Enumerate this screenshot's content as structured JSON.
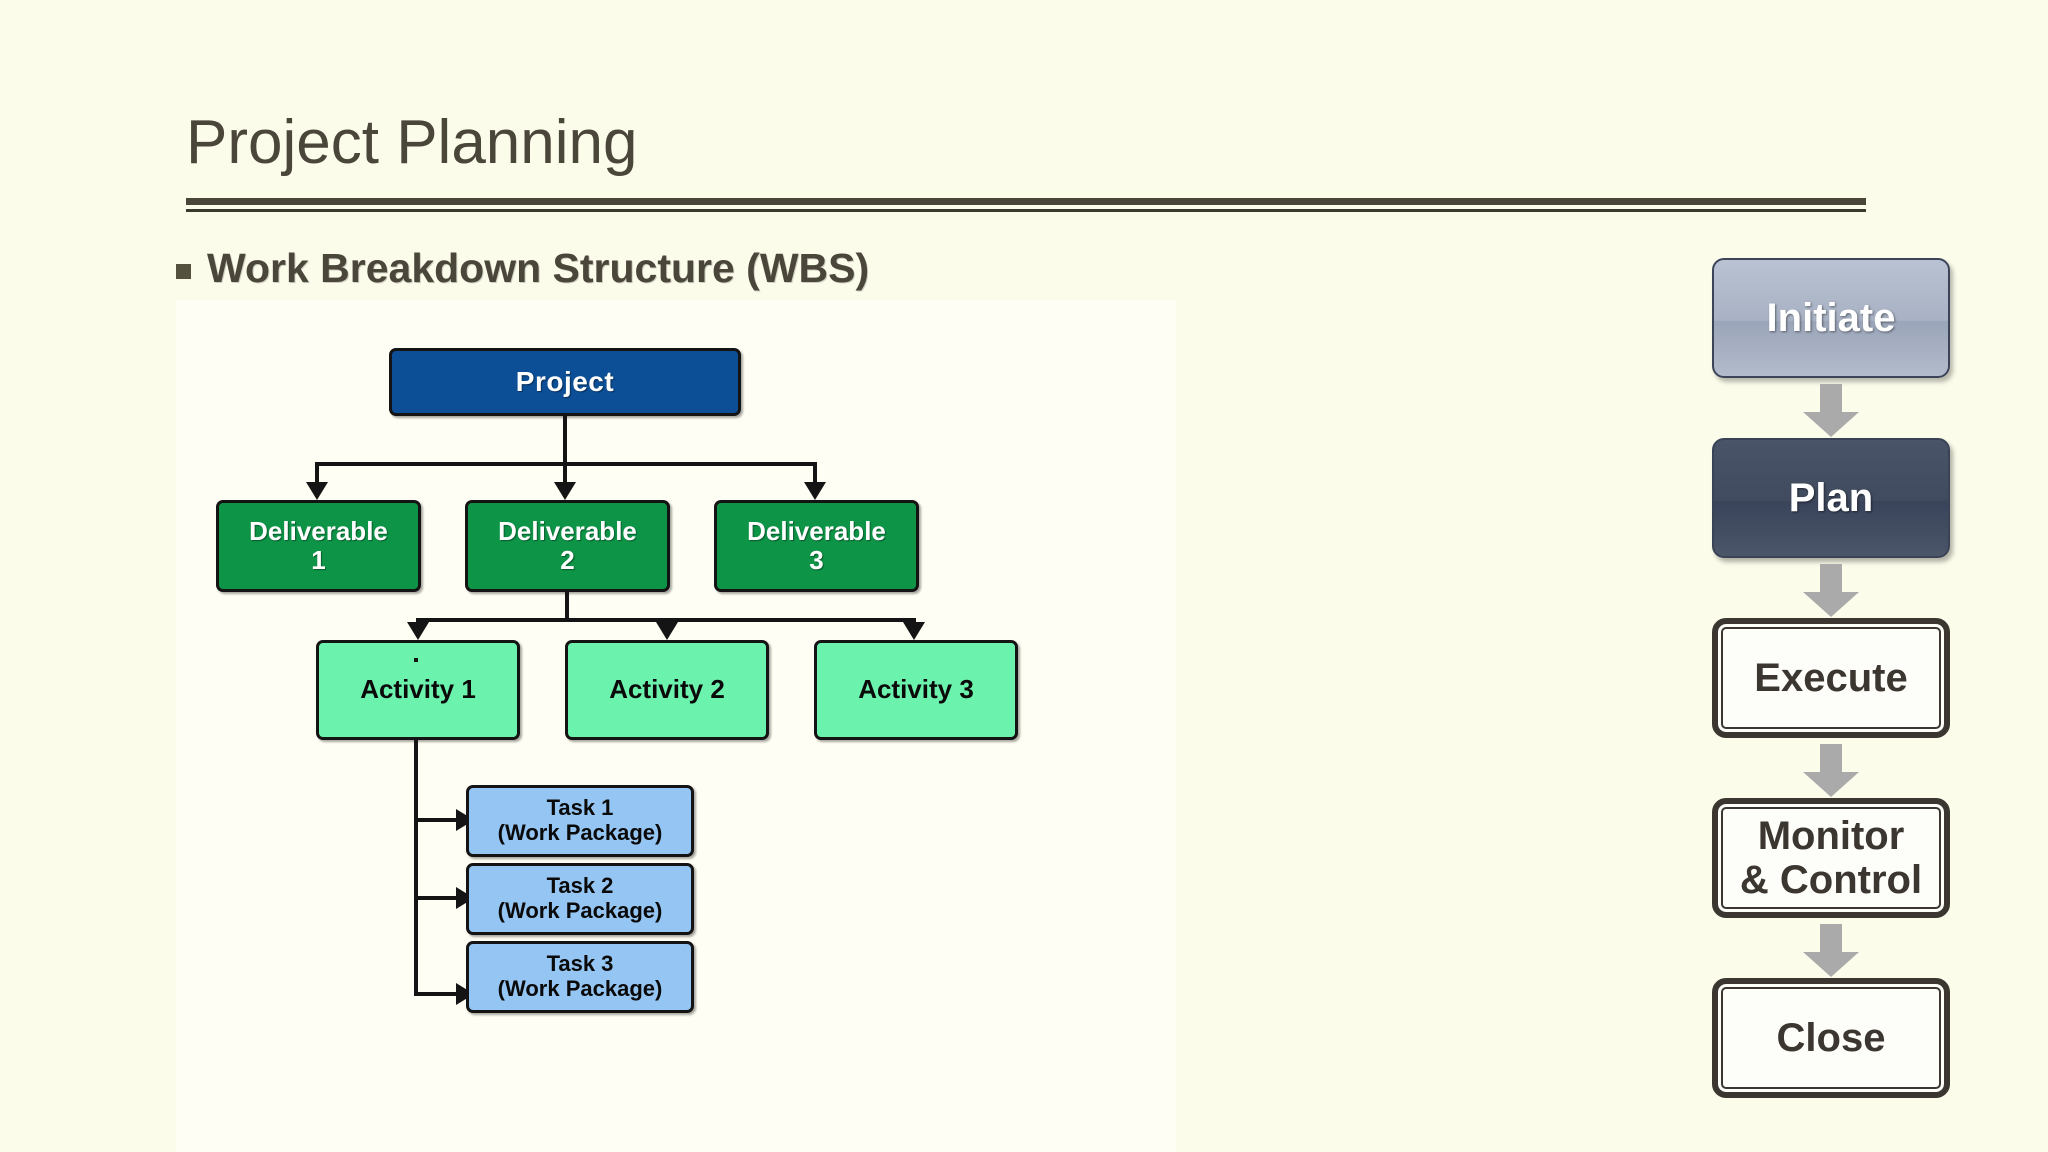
{
  "slide": {
    "title": "Project Planning",
    "bullet_marker": "square-bullet",
    "bullet_text": "Work Breakdown Structure (WBS)",
    "background_color": "#fcfceb",
    "title_color": "#4a4639"
  },
  "wbs": {
    "image_background": "#fffef4",
    "colors": {
      "project": "#0c4f96",
      "deliverable": "#0d9447",
      "activity": "#6bf2ad",
      "task": "#95c5f2",
      "stroke": "#141414"
    },
    "root": {
      "label": "Project"
    },
    "deliverables": [
      {
        "label": "Deliverable\n1",
        "line1": "Deliverable",
        "line2": "1"
      },
      {
        "label": "Deliverable\n2",
        "line1": "Deliverable",
        "line2": "2"
      },
      {
        "label": "Deliverable\n3",
        "line1": "Deliverable",
        "line2": "3"
      }
    ],
    "activities": [
      {
        "label": "Activity 1"
      },
      {
        "label": "Activity 2"
      },
      {
        "label": "Activity 3"
      }
    ],
    "tasks": [
      {
        "line1": "Task 1",
        "line2": "(Work Package)"
      },
      {
        "line1": "Task 2",
        "line2": "(Work Package)"
      },
      {
        "line1": "Task 3",
        "line2": "(Work Package)"
      }
    ]
  },
  "process": {
    "arrow_color": "#aaaaaa",
    "steps": [
      {
        "label": "Initiate",
        "style": "filled-light"
      },
      {
        "label": "Plan",
        "style": "filled-dark"
      },
      {
        "label": "Execute",
        "style": "outlined"
      },
      {
        "label": "Monitor\n& Control",
        "line1": "Monitor",
        "line2": "& Control",
        "style": "outlined"
      },
      {
        "label": "Close",
        "style": "outlined"
      }
    ]
  }
}
